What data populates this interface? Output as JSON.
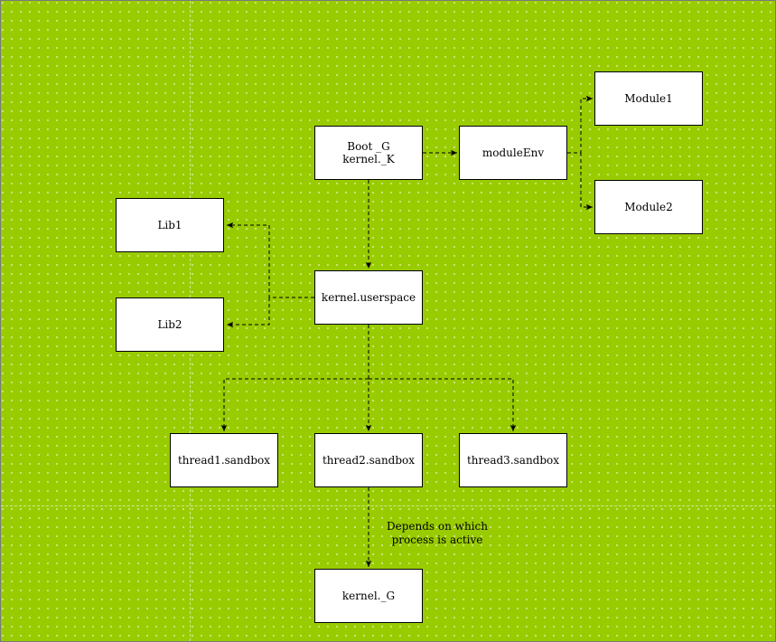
{
  "diagram": {
    "background_color": "#99cc00",
    "nodes": {
      "boot": {
        "line1": "Boot _G",
        "line2": "kernel._K"
      },
      "module_env": {
        "label": "moduleEnv"
      },
      "module1": {
        "label": "Module1"
      },
      "module2": {
        "label": "Module2"
      },
      "lib1": {
        "label": "Lib1"
      },
      "lib2": {
        "label": "Lib2"
      },
      "userspace": {
        "label": "kernel.userspace"
      },
      "thread1": {
        "label": "thread1.sandbox"
      },
      "thread2": {
        "label": "thread2.sandbox"
      },
      "thread3": {
        "label": "thread3.sandbox"
      },
      "kernel_g": {
        "label": "kernel._G"
      }
    },
    "annotation": {
      "line1": "Depends on which",
      "line2": "process is active"
    },
    "edges": [
      {
        "from": "boot",
        "to": "module_env"
      },
      {
        "from": "module_env",
        "to": "module1"
      },
      {
        "from": "module_env",
        "to": "module2"
      },
      {
        "from": "boot",
        "to": "userspace"
      },
      {
        "from": "userspace",
        "to": "lib1"
      },
      {
        "from": "userspace",
        "to": "lib2"
      },
      {
        "from": "userspace",
        "to": "thread1"
      },
      {
        "from": "userspace",
        "to": "thread2"
      },
      {
        "from": "userspace",
        "to": "thread3"
      },
      {
        "from": "thread2",
        "to": "kernel_g"
      }
    ]
  }
}
